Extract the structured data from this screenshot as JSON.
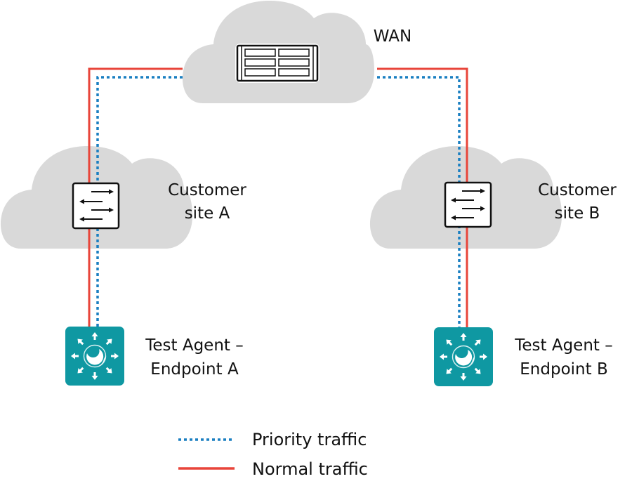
{
  "title": "Network path diagram",
  "colors": {
    "cloud": "#d9d9d9",
    "normal_traffic": "#e8453a",
    "priority_traffic": "#1a7fc1",
    "agent": "#0f98a2",
    "device_stroke": "#111111"
  },
  "nodes": {
    "wan": {
      "label": "WAN",
      "icon": "router-icon"
    },
    "site_a": {
      "label_line1": "Customer",
      "label_line2": "site A",
      "icon": "switch-icon"
    },
    "site_b": {
      "label_line1": "Customer",
      "label_line2": "site B",
      "icon": "switch-icon"
    },
    "endpoint_a": {
      "label_line1": "Test Agent –",
      "label_line2": "Endpoint A",
      "icon": "test-agent-icon"
    },
    "endpoint_b": {
      "label_line1": "Test Agent –",
      "label_line2": "Endpoint B",
      "icon": "test-agent-icon"
    }
  },
  "links": [
    {
      "from": "endpoint_a",
      "via": "site_a",
      "to": "wan",
      "type": "priority"
    },
    {
      "from": "endpoint_a",
      "via": "site_a",
      "to": "wan",
      "type": "normal"
    },
    {
      "from": "wan",
      "via": "site_b",
      "to": "endpoint_b",
      "type": "priority"
    },
    {
      "from": "wan",
      "via": "site_b",
      "to": "endpoint_b",
      "type": "normal"
    }
  ],
  "legend": {
    "priority_label": "Priority traffic",
    "normal_label": "Normal traffic"
  }
}
